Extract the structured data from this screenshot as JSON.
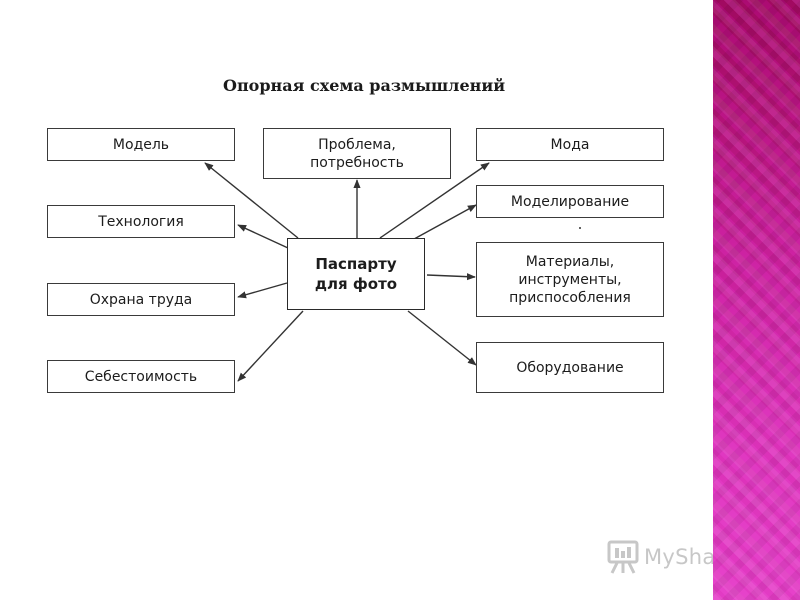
{
  "slide": {
    "title": "Опорная схема размышлений",
    "center": "Паспарту\nдля фото",
    "left_boxes": [
      "Модель",
      "Технология",
      "Охрана труда",
      "Себестоимость"
    ],
    "top_box": "Проблема,\nпотребность",
    "right_boxes": [
      "Мода",
      "Моделирование",
      "Материалы,\nинструменты,\nприспособления",
      "Оборудование"
    ]
  },
  "watermark": {
    "text": "MyShared",
    "icon": "presentation-board-icon"
  },
  "colors": {
    "side_band": "#b84a9a",
    "stroke": "#333333"
  }
}
